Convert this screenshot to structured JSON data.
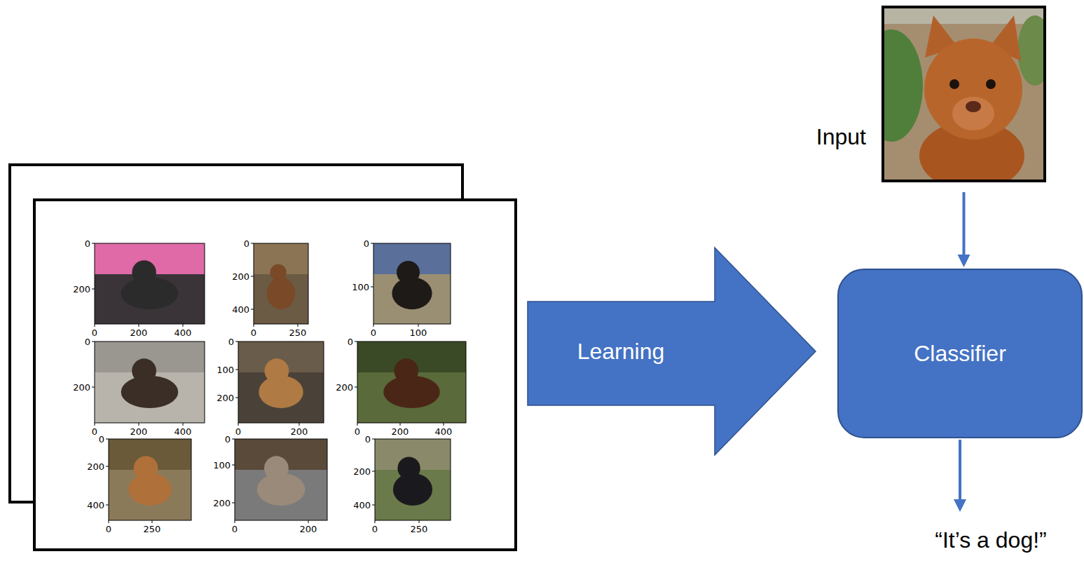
{
  "diagram": {
    "nodes": [
      {
        "text": [
          "Input"
        ]
      },
      {
        "text": [
          "Learning"
        ]
      },
      {
        "text": [
          "Classifier"
        ]
      },
      {
        "text": [
          "“It’s a dog!”"
        ]
      }
    ],
    "edges": [
      {
        "from": 0,
        "to": 2,
        "arrow": "to"
      },
      {
        "from": 2,
        "to": 3,
        "arrow": "to"
      }
    ],
    "labels": [
      "0",
      "200",
      "0",
      "200",
      "400",
      "0",
      "200",
      "400",
      "0",
      "250",
      "0",
      "100",
      "0",
      "100",
      "0",
      "200",
      "0",
      "200",
      "400",
      "0",
      "100",
      "200",
      "0",
      "200",
      "0",
      "200",
      "0",
      "200",
      "400",
      "0",
      "200",
      "400",
      "0",
      "250",
      "0",
      "100",
      "200",
      "0",
      "200",
      "0",
      "200",
      "400",
      "0",
      "250"
    ]
  }
}
